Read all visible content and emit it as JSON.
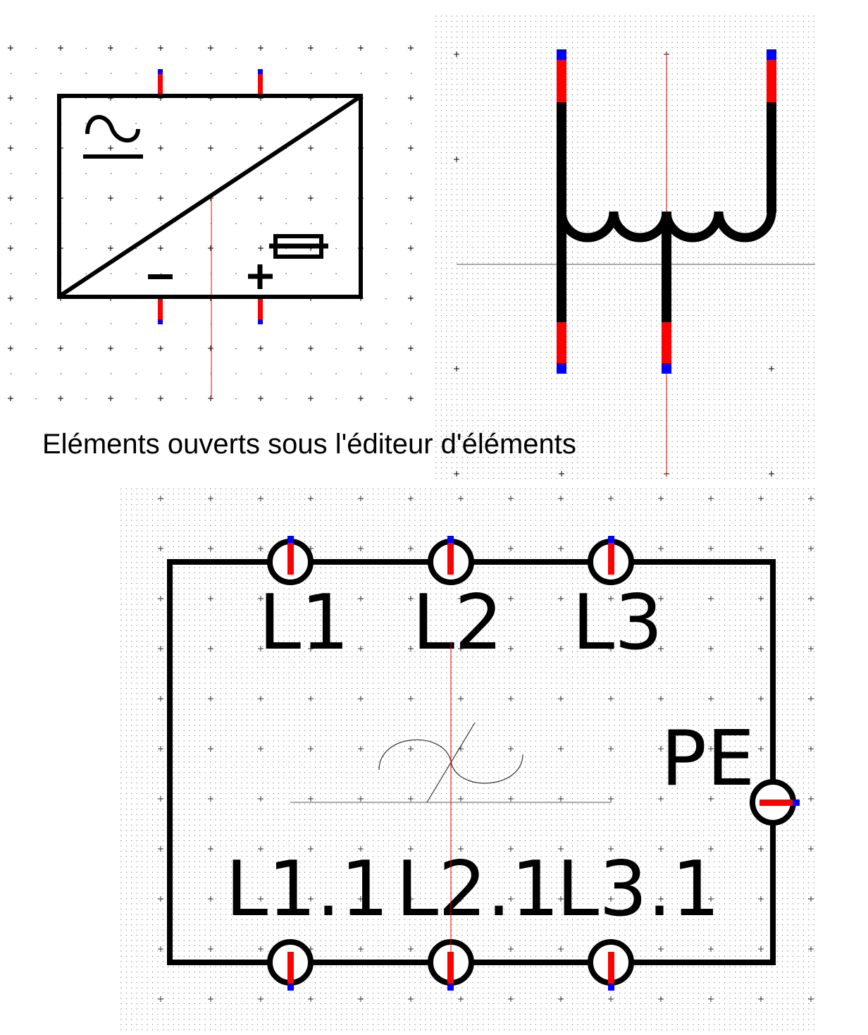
{
  "caption": "Eléments ouverts sous l'éditeur d'éléments",
  "colors": {
    "stroke": "#000000",
    "terminal": "#ff0000",
    "terminal_end": "#0000ff",
    "guide": "#ff0000",
    "grid": "#000000"
  },
  "elements": [
    {
      "name": "ac-dc-converter",
      "symbols": [
        "sine-wave-icon",
        "minus-icon",
        "plus-icon",
        "fuse-icon"
      ]
    },
    {
      "name": "three-winding-coil"
    },
    {
      "name": "terminal-block",
      "top_labels": [
        "L1",
        "L2",
        "L3"
      ],
      "bottom_labels": [
        "L1.1",
        "L2.1",
        "L3.1"
      ],
      "earth_label": "PE"
    }
  ]
}
